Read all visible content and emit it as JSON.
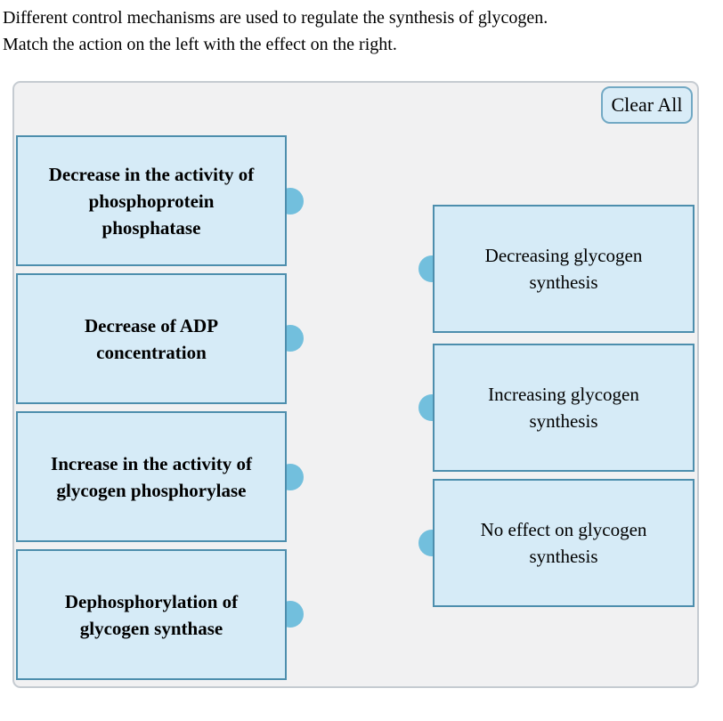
{
  "question": {
    "text": "Different control mechanisms are used to regulate the synthesis of glycogen. Match the action on the left with the effect on the right.",
    "lines": [
      "Different control mechanisms are used to regulate the synthesis of glycogen.",
      "Match the action on the left with the effect on the right."
    ]
  },
  "toolbar": {
    "clear_all_label": "Clear All"
  },
  "matching": {
    "left_items": [
      {
        "label": "Decrease in the activity of phosphoprotein phosphatase",
        "lines": [
          "Decrease in the activity of",
          "phosphoprotein",
          "phosphatase"
        ]
      },
      {
        "label": "Decrease of ADP concentration",
        "lines": [
          "Decrease of ADP",
          "concentration"
        ]
      },
      {
        "label": "Increase in the activity of glycogen phosphorylase",
        "lines": [
          "Increase in the activity of",
          "glycogen phosphorylase"
        ]
      },
      {
        "label": "Dephosphorylation of glycogen synthase",
        "lines": [
          "Dephosphorylation of",
          "glycogen synthase"
        ]
      }
    ],
    "right_items": [
      {
        "label": "Decreasing glycogen synthesis",
        "lines": [
          "Decreasing glycogen",
          "synthesis"
        ]
      },
      {
        "label": "Increasing glycogen synthesis",
        "lines": [
          "Increasing glycogen",
          "synthesis"
        ]
      },
      {
        "label": "No effect on glycogen synthesis",
        "lines": [
          "No effect on glycogen",
          "synthesis"
        ]
      }
    ]
  },
  "colors": {
    "item_fill": "#d6ebf7",
    "item_border": "#4d8ead",
    "connector_dot": "#72bfdd",
    "panel_bg": "#f1f1f2",
    "panel_border": "#c5cbd1",
    "button_fill": "#d9ecf7",
    "button_border": "#72a9c4"
  }
}
